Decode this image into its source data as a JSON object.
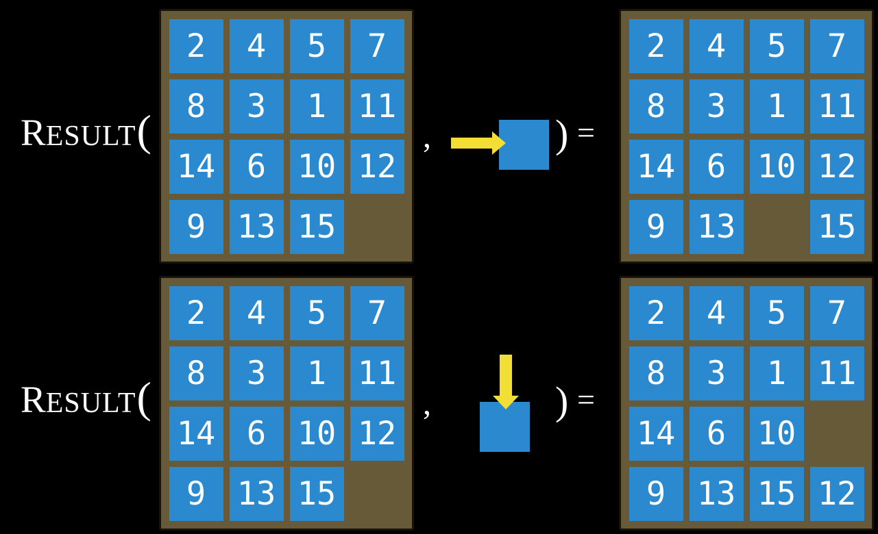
{
  "colors": {
    "background_black": "#000000",
    "board_brown": "#665A38",
    "board_border": "#17120a",
    "tile_blue": "#2B89D0",
    "tile_number_white": "#FFFFFF",
    "arrow_yellow": "#F2DE35",
    "text_white": "#FFFFFF"
  },
  "equation": {
    "function_initial": "R",
    "function_rest": "ESULT",
    "open_paren": "(",
    "comma": ",",
    "close_paren": ")",
    "equals": "="
  },
  "examples": [
    {
      "action": {
        "direction": "right",
        "description": "slide tile right"
      },
      "input_grid": [
        [
          2,
          4,
          5,
          7
        ],
        [
          8,
          3,
          1,
          11
        ],
        [
          14,
          6,
          10,
          12
        ],
        [
          9,
          13,
          15,
          null
        ]
      ],
      "output_grid": [
        [
          2,
          4,
          5,
          7
        ],
        [
          8,
          3,
          1,
          11
        ],
        [
          14,
          6,
          10,
          12
        ],
        [
          9,
          13,
          null,
          15
        ]
      ]
    },
    {
      "action": {
        "direction": "down",
        "description": "slide tile down"
      },
      "input_grid": [
        [
          2,
          4,
          5,
          7
        ],
        [
          8,
          3,
          1,
          11
        ],
        [
          14,
          6,
          10,
          12
        ],
        [
          9,
          13,
          15,
          null
        ]
      ],
      "output_grid": [
        [
          2,
          4,
          5,
          7
        ],
        [
          8,
          3,
          1,
          11
        ],
        [
          14,
          6,
          10,
          null
        ],
        [
          9,
          13,
          15,
          12
        ]
      ]
    }
  ]
}
